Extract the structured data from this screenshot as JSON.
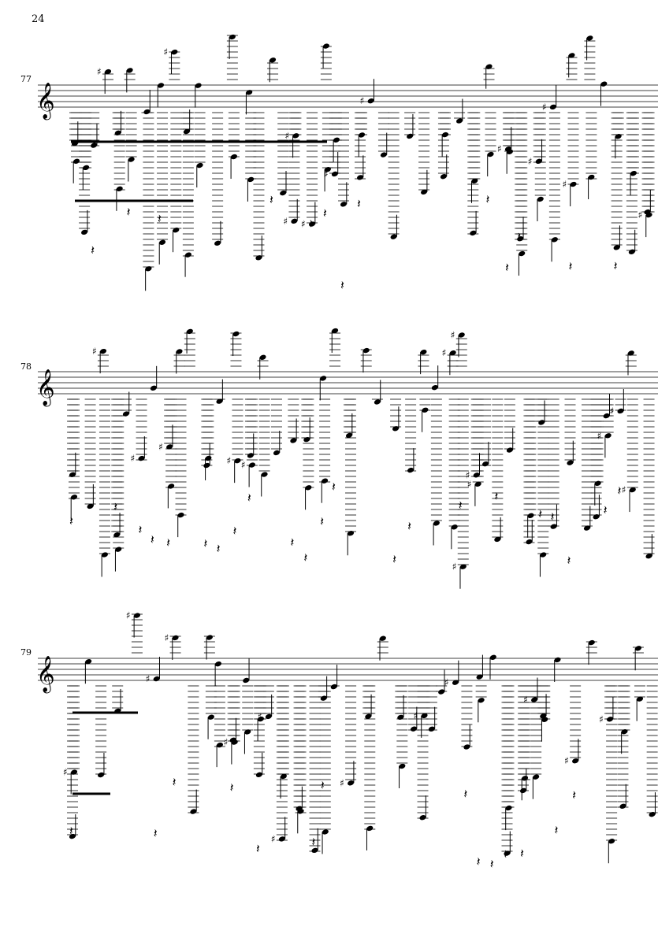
{
  "page": {
    "number": "24"
  },
  "systems": [
    {
      "measure": "77"
    },
    {
      "measure": "78"
    },
    {
      "measure": "79"
    }
  ],
  "colors": {
    "ink": "#000000",
    "paper": "#ffffff"
  }
}
